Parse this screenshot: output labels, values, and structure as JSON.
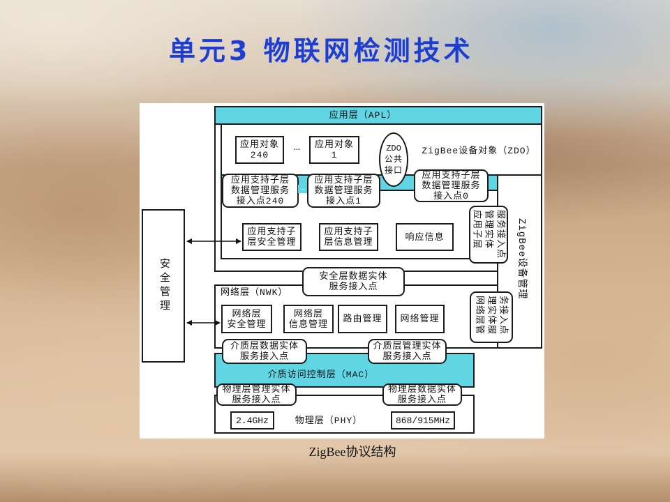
{
  "slide": {
    "title": "单元3 物联网检测技术",
    "caption": "ZigBee协议结构"
  },
  "colors": {
    "title": "#1c3ed3",
    "layer_fill": "#60d6e4"
  },
  "diagram": {
    "apl_header": "应用层（APL）",
    "app_object_240": [
      "应用对象",
      "240"
    ],
    "app_objects_ellipsis": "…",
    "app_object_1": [
      "应用对象",
      "1"
    ],
    "zdo_public_interface": [
      "ZDO",
      "公共",
      "接口"
    ],
    "zdo_label": "ZigBee设备对象（ZDO）",
    "apsde_sap_240": [
      "应用支持子层",
      "数据管理服务",
      "接入点240"
    ],
    "apsde_sap_ellipsis": "…",
    "apsde_sap_1": [
      "应用支持子层",
      "数据管理服务",
      "接入点1"
    ],
    "apsde_sap_0": [
      "应用支持子层",
      "数据管理服务",
      "接入点0"
    ],
    "aps_security_mgmt": [
      "应用支持子",
      "层安全管理"
    ],
    "aps_info_mgmt": [
      "应用支持子",
      "层信息管理"
    ],
    "response_info": "响应信息",
    "apsme_sap": [
      "应用子层",
      "管理实体",
      "服务接入点"
    ],
    "zigbee_device_mgmt": "ZigBee设备管理",
    "security_mgmt": "安全管理",
    "security_data_sap": [
      "安全层数据实体",
      "服务接入点"
    ],
    "nwk_header": "网络层（NWK）",
    "nwk_security_mgmt": [
      "网络层",
      "安全管理"
    ],
    "nwk_info_mgmt": [
      "网络层",
      "信息管理"
    ],
    "routing_mgmt": "路由管理",
    "network_mgmt": "网络管理",
    "nlme_sap": [
      "网络层管",
      "理实体服",
      "务接入点"
    ],
    "mac_data_sap": [
      "介质层数据实体",
      "服务接入点"
    ],
    "mac_mgmt_sap": [
      "介质层管理实体",
      "服务接入点"
    ],
    "mac_header": "介质访问控制层（MAC）",
    "phy_mgmt_sap": [
      "物理层管理实体",
      "服务接入点"
    ],
    "phy_data_sap": [
      "物理层数据实体",
      "服务接入点"
    ],
    "band_2_4": "2.4GHz",
    "phy_header": "物理层（PHY）",
    "band_868_915": "868/915MHz"
  }
}
